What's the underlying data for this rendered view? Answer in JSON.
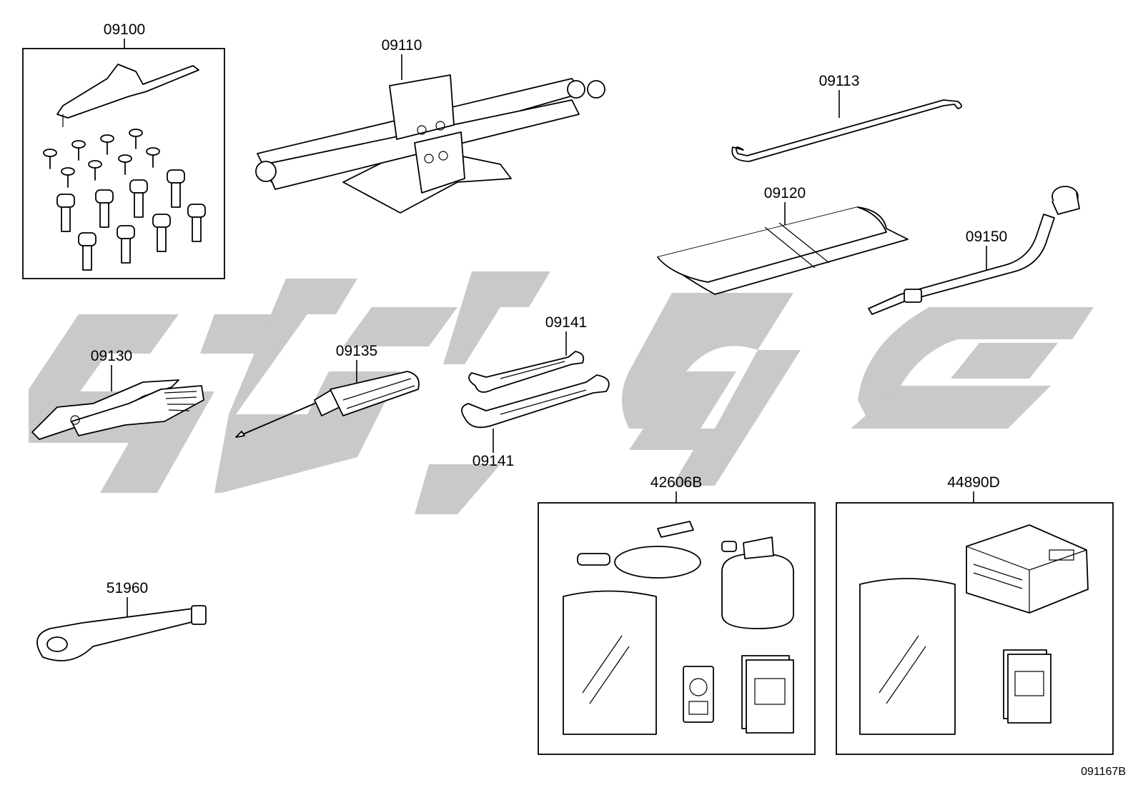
{
  "diagram": {
    "labels": {
      "tool_set": "09100",
      "jack": "09110",
      "jack_handle": "09113",
      "tool_bag": "09120",
      "pliers": "09130",
      "screwdriver": "09135",
      "wrench_small": "09141",
      "wrench_large": "09141",
      "wheel_wrench": "09150",
      "towing_eyelet": "51960",
      "repair_kit": "42606B",
      "compressor_kit": "44890D"
    },
    "figure_code": "091167B",
    "watermark_color": "#c9c9c9"
  }
}
